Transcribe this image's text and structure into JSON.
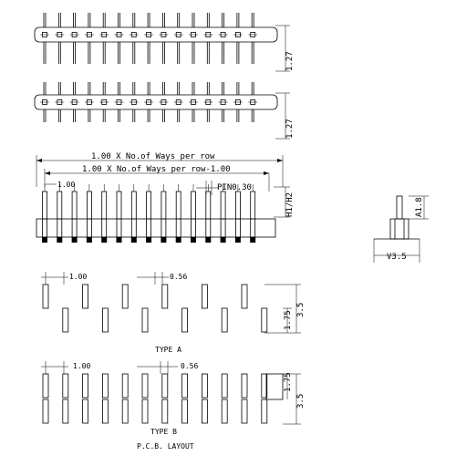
{
  "drawing": {
    "row_pitch_label": "1.27",
    "dim_row_length": "1.00 X No.of Ways per row",
    "dim_row_length_minus": "1.00 X No.of Ways per row-1.00",
    "dim_pitch_top": "1.00",
    "dim_pin": "PIN0.30",
    "dim_height": "H1/H2",
    "dim_A": "A1.8",
    "dim_V": "V3.5",
    "typeA_pitch": "1.00",
    "typeA_pad": "0.56",
    "typeA_height": "3.5",
    "typeA_half": "1.75",
    "typeA_caption": "TYPE A",
    "typeB_pitch": "1.00",
    "typeB_pad": "0.56",
    "typeB_height": "3.5",
    "typeB_half": "1.75",
    "typeB_caption": "TYPE B",
    "pcb_layout_caption": "P.C.B. LAYOUT"
  }
}
